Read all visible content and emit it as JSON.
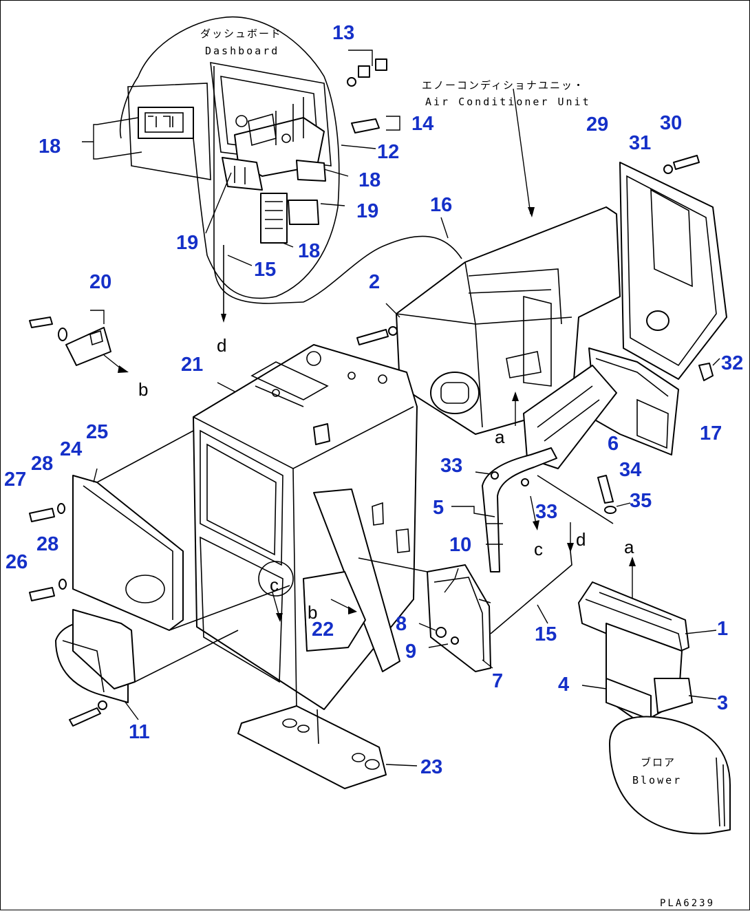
{
  "diagram": {
    "labels": {
      "dashboard_jp": "ダッシュボード",
      "dashboard_en": "Dashboard",
      "aircon_jp": "エノーコンディショナユニッ・",
      "aircon_en": "Air Conditioner Unit",
      "blower_jp": "ブロア",
      "blower_en": "Blower"
    },
    "callouts": {
      "n1": "1",
      "n2": "2",
      "n3": "3",
      "n4": "4",
      "n5": "5",
      "n6": "6",
      "n7": "7",
      "n8": "8",
      "n9": "9",
      "n10": "10",
      "n11": "11",
      "n12": "12",
      "n13": "13",
      "n14": "14",
      "n15a": "15",
      "n15b": "15",
      "n16": "16",
      "n17": "17",
      "n18a": "18",
      "n18b": "18",
      "n18c": "18",
      "n19a": "19",
      "n19b": "19",
      "n20": "20",
      "n21": "21",
      "n22": "22",
      "n23": "23",
      "n24": "24",
      "n25": "25",
      "n26": "26",
      "n27": "27",
      "n28a": "28",
      "n28b": "28",
      "n29": "29",
      "n30": "30",
      "n31": "31",
      "n32": "32",
      "n33a": "33",
      "n33b": "33",
      "n34": "34",
      "n35": "35"
    },
    "refs": {
      "a1": "a",
      "a2": "a",
      "b1": "b",
      "b2": "b",
      "c1": "c",
      "c2": "c",
      "d1": "d",
      "d2": "d"
    },
    "drawing_code": "PLA6239",
    "colors": {
      "callout": "#1530c8",
      "line": "#000000",
      "background": "#ffffff"
    }
  }
}
